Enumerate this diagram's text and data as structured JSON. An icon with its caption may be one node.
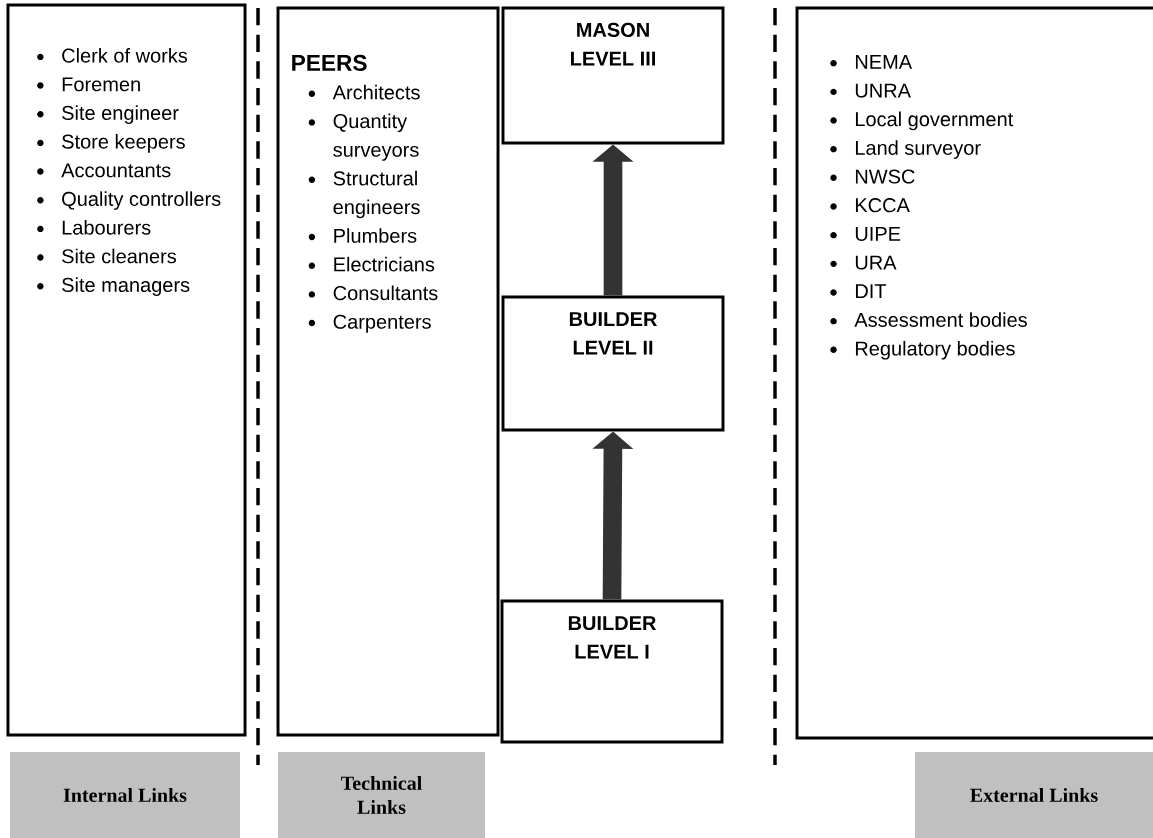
{
  "diagram": {
    "nodes": [
      {
        "text": [
          "Clerk of works",
          "Foremen",
          "Site engineer",
          "Store keepers",
          "Accountants",
          "Quality controllers",
          "Labourers",
          "Site cleaners",
          "Site managers"
        ]
      },
      {
        "text": [
          "PEERS",
          "Architects",
          "Quantity surveyors",
          "Structural engineers",
          "Plumbers",
          "Electricians",
          "Consultants",
          "Carpenters"
        ]
      },
      {
        "text": [
          "MASON LEVEL III"
        ]
      },
      {
        "text": [
          "BUILDER LEVEL II"
        ]
      },
      {
        "text": [
          "BUILDER LEVEL I"
        ]
      },
      {
        "text": [
          "NEMA",
          "UNRA",
          "Local government",
          "Land surveyor",
          "NWSC",
          "KCCA",
          "UIPE",
          "URA",
          "DIT",
          "Assessment bodies",
          "Regulatory bodies"
        ]
      },
      {
        "text": [
          "Internal Links"
        ]
      },
      {
        "text": [
          "Technical Links"
        ]
      },
      {
        "text": [
          "External Links"
        ]
      }
    ],
    "edges": [
      {
        "from": 4,
        "to": 3,
        "arrow": "to"
      },
      {
        "from": 3,
        "to": 2,
        "arrow": "to"
      }
    ]
  }
}
